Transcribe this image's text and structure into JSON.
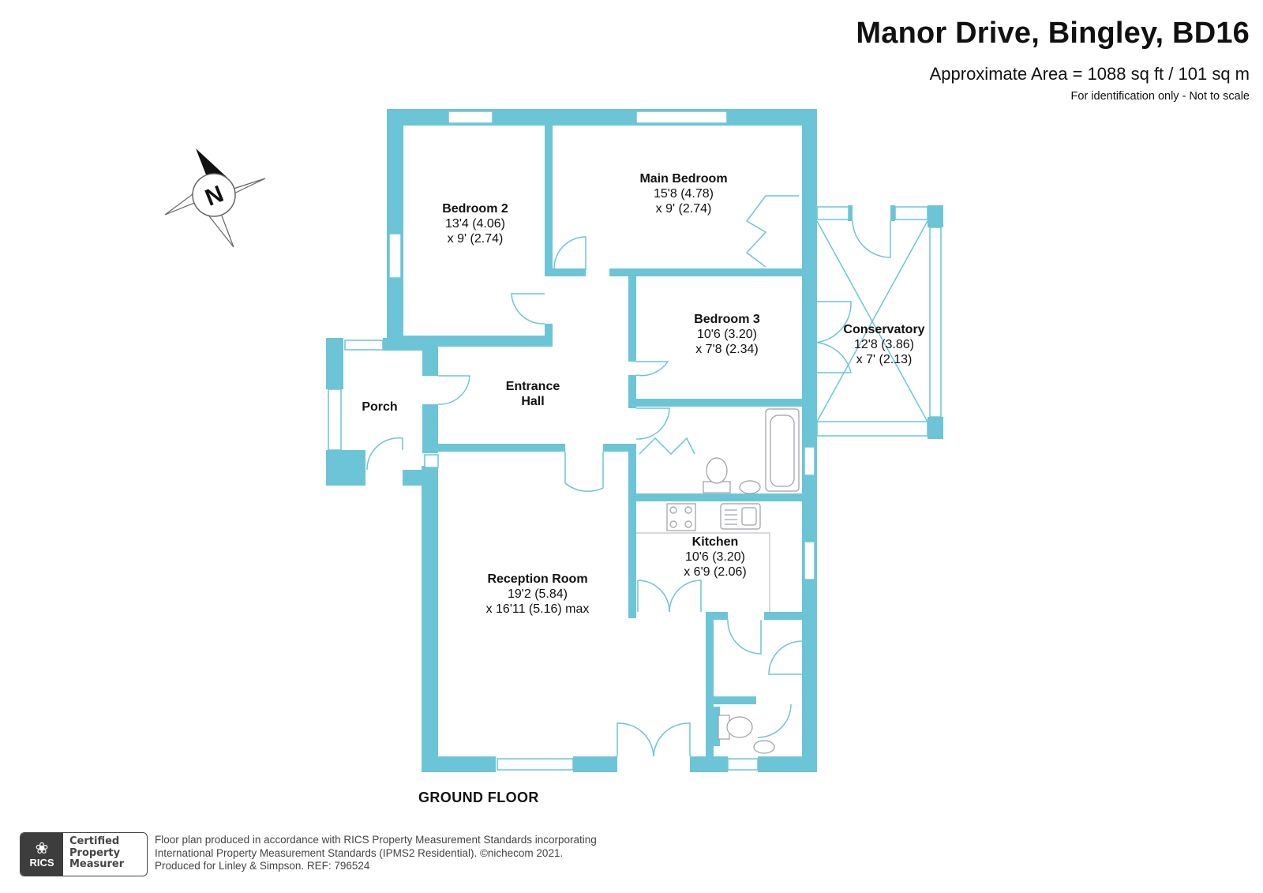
{
  "header": {
    "title": "Manor Drive, Bingley, BD16",
    "area": "Approximate Area = 1088 sq ft / 101 sq m",
    "disclaimer": "For identification only - Not to scale"
  },
  "colors": {
    "wall": "#6cc5d6",
    "wall_dark": "#5bbad0",
    "fixture": "#9aa0a6",
    "text": "#111111"
  },
  "compass": {
    "label": "N"
  },
  "rooms": {
    "bedroom2": {
      "name": "Bedroom 2",
      "dim1": "13'4 (4.06)",
      "dim2": "x 9' (2.74)"
    },
    "main_bedroom": {
      "name": "Main Bedroom",
      "dim1": "15'8 (4.78)",
      "dim2": "x 9' (2.74)"
    },
    "bedroom3": {
      "name": "Bedroom 3",
      "dim1": "10'6 (3.20)",
      "dim2": "x 7'8 (2.34)"
    },
    "conservatory": {
      "name": "Conservatory",
      "dim1": "12'8 (3.86)",
      "dim2": "x 7' (2.13)"
    },
    "porch": {
      "name": "Porch"
    },
    "entrance_hall": {
      "name1": "Entrance",
      "name2": "Hall"
    },
    "kitchen": {
      "name": "Kitchen",
      "dim1": "10'6 (3.20)",
      "dim2": "x 6'9 (2.06)"
    },
    "reception": {
      "name": "Reception Room",
      "dim1": "19'2 (5.84)",
      "dim2": "x 16'11 (5.16) max"
    }
  },
  "floor_label": "GROUND FLOOR",
  "badge": {
    "logo": "RICS",
    "line1": "Certified",
    "line2": "Property",
    "line3": "Measurer"
  },
  "footer": {
    "line1": "Floor plan produced in accordance with RICS Property Measurement Standards incorporating",
    "line2": "International Property Measurement Standards (IPMS2 Residential).  ©nichecom 2021.",
    "line3": "Produced for Linley & Simpson.   REF: 796524"
  }
}
